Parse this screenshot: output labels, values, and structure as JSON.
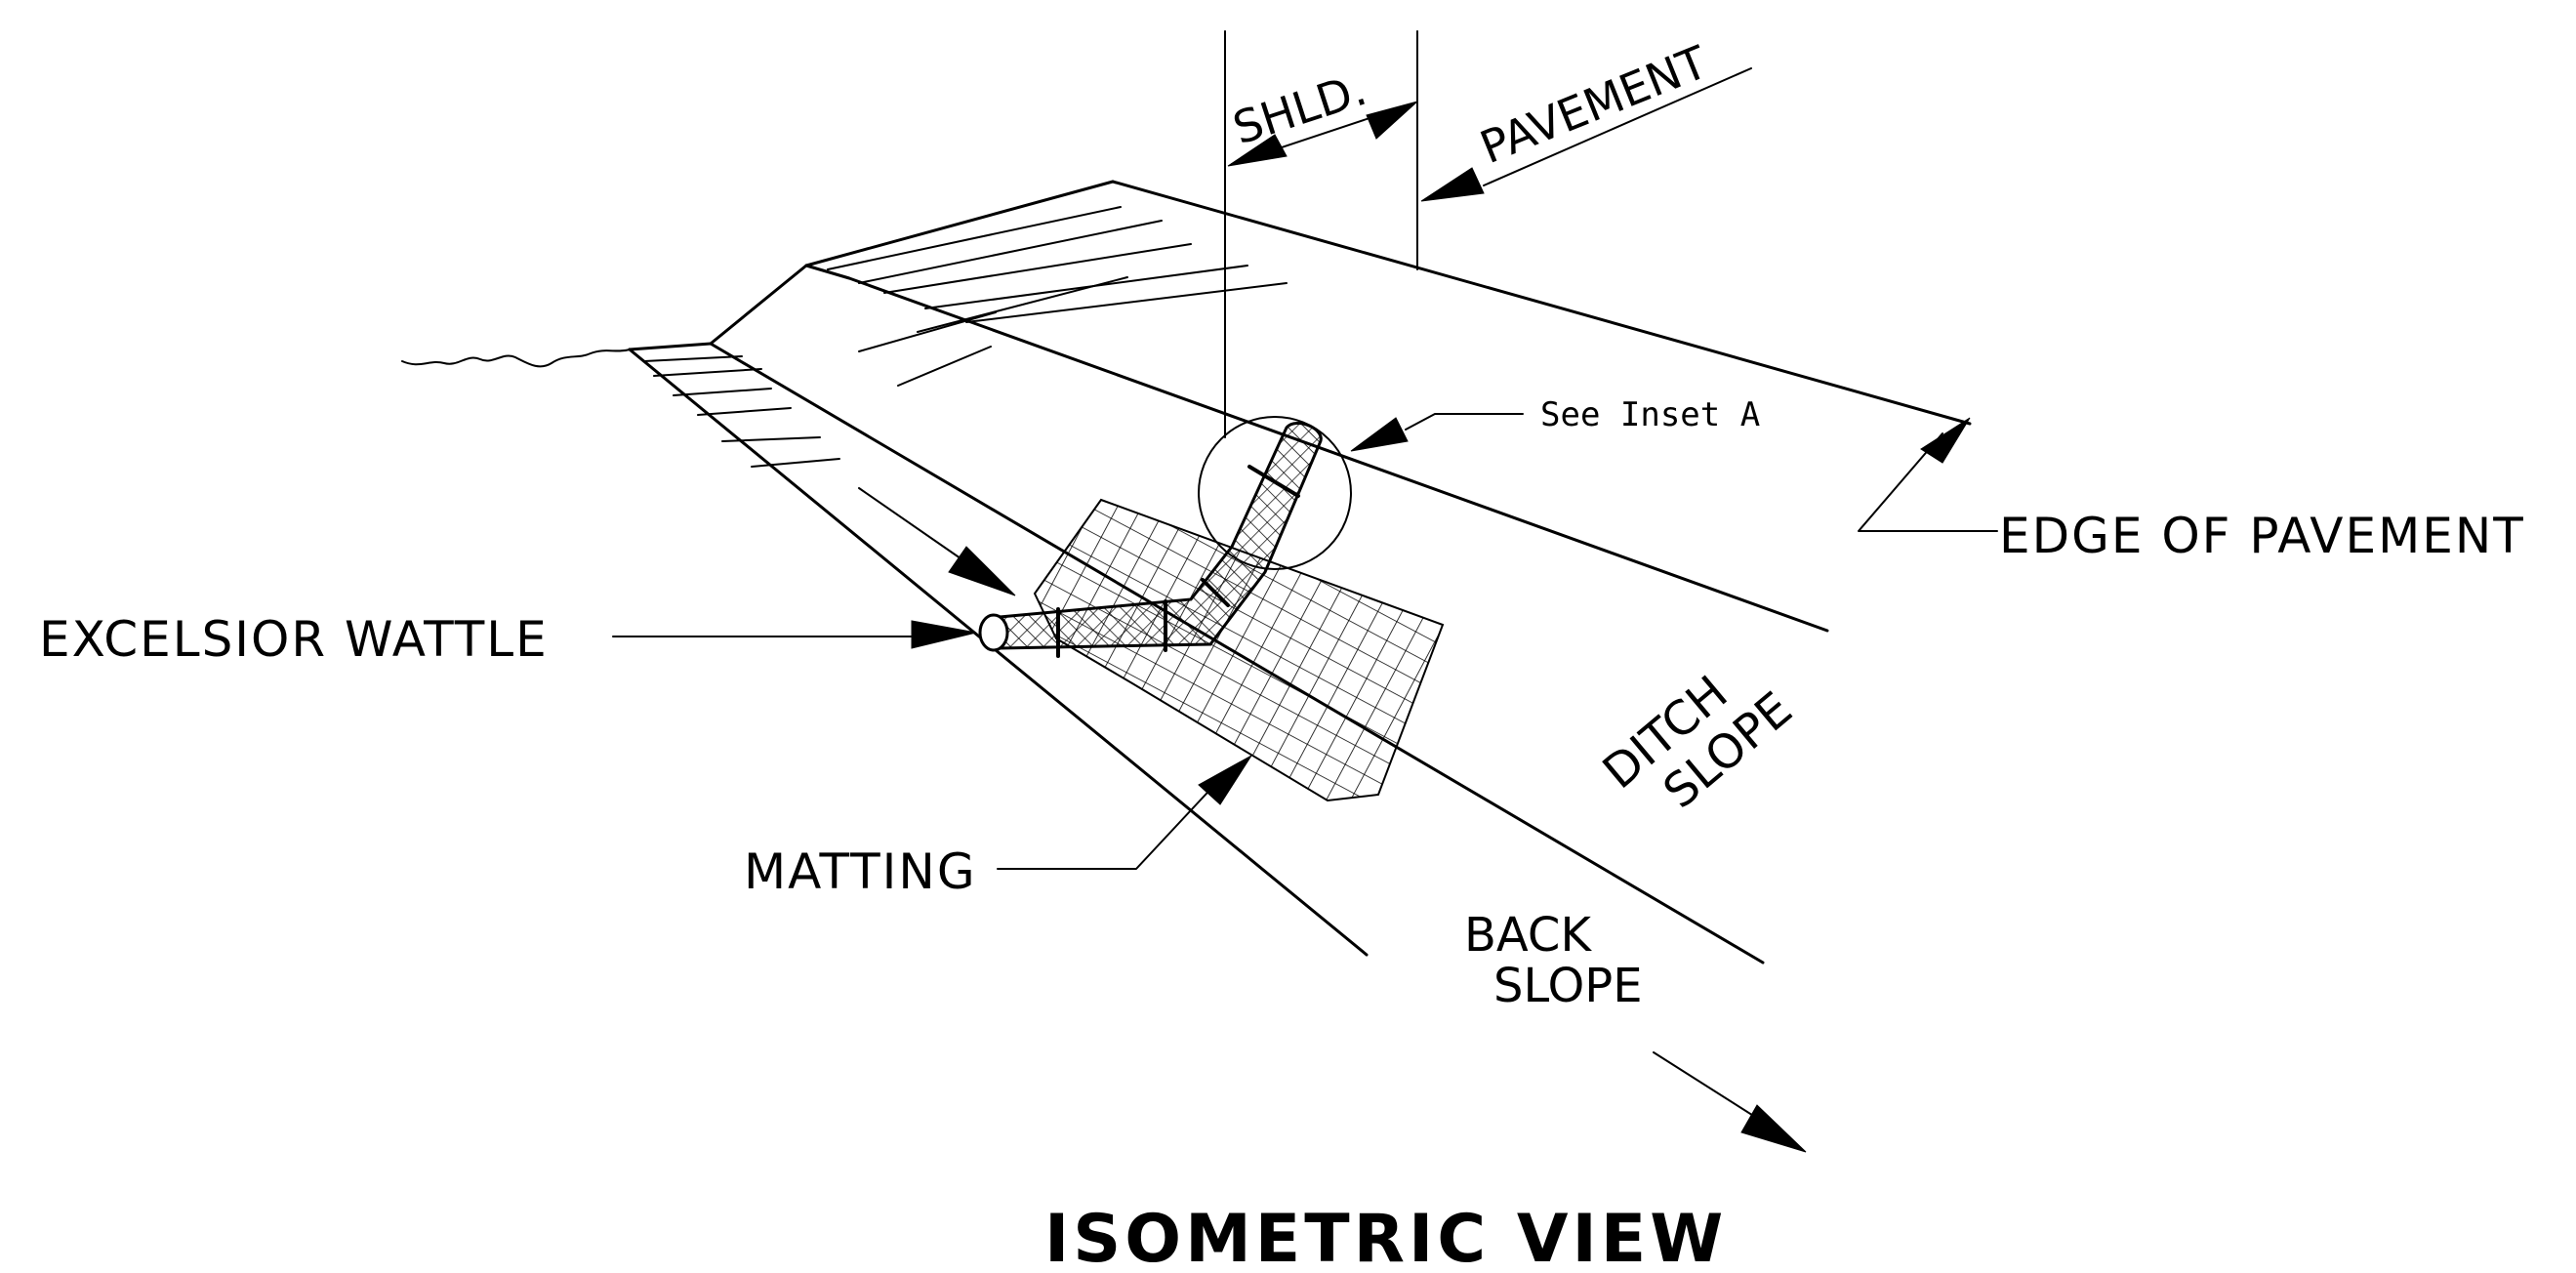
{
  "labels": {
    "shoulder": "SHLD.",
    "pavement": "PAVEMENT",
    "see_inset": "See Inset A",
    "edge_of_pavement": "EDGE OF PAVEMENT",
    "excelsior_wattle": "EXCELSIOR WATTLE",
    "ditch": "DITCH",
    "slope": "SLOPE",
    "matting": "MATTING",
    "back": "BACK",
    "back_slope": "SLOPE"
  },
  "title": "ISOMETRIC VIEW"
}
